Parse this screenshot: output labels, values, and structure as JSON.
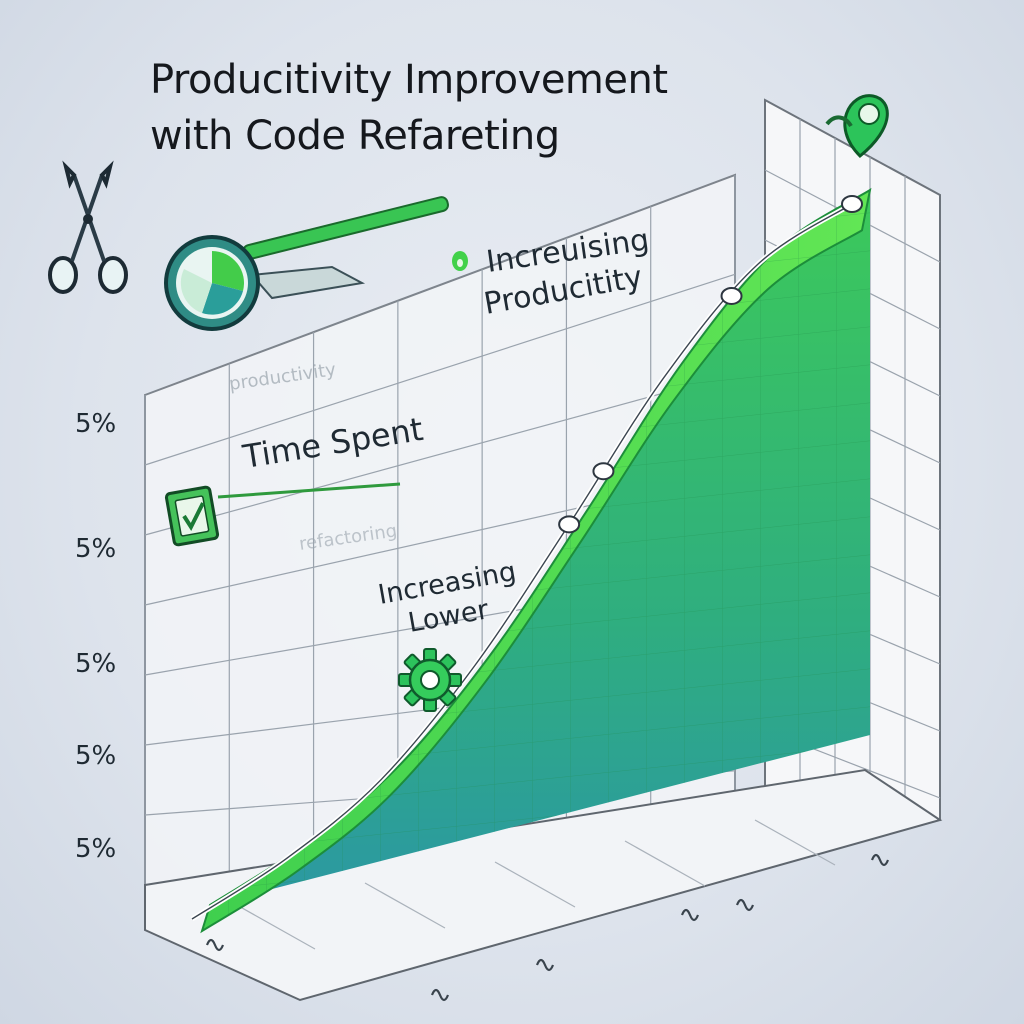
{
  "header": {
    "title_line1": "Producitivity Improvement",
    "title_line2": "with Code Refareting"
  },
  "annotations": {
    "top_right_line1": "Increuising",
    "top_right_line2": "Producitity",
    "time_spent": "Time Spent",
    "faded_label": "productivity",
    "faded_label2": "refactoring",
    "increasing": "Increasing",
    "lower": "Lower"
  },
  "icons": {
    "scissors": "scissors-icon",
    "magnifier": "magnifier-pie-icon",
    "gear": "gear-icon",
    "checkbox": "checkbox-icon",
    "pin": "location-pin-icon"
  },
  "colors": {
    "curve_light": "#5fe05a",
    "curve_dark": "#2bb56a",
    "fill_bottom": "#2aa39a",
    "grid": "#9aa3ad",
    "text": "#15181d"
  },
  "chart_data": {
    "type": "area",
    "title": "Producitivity Improvement with Code Refareting",
    "y_tick_labels": [
      "5%",
      "5%",
      "5%",
      "5%",
      "5%"
    ],
    "x_tick_labels": [
      "",
      "",
      "",
      "",
      ""
    ],
    "series": [
      {
        "values": [
          0,
          6,
          15,
          30,
          50,
          72,
          90,
          100
        ]
      }
    ],
    "marked_points": [
      50,
      58,
      85,
      100
    ],
    "legend": "none",
    "grid": true
  }
}
